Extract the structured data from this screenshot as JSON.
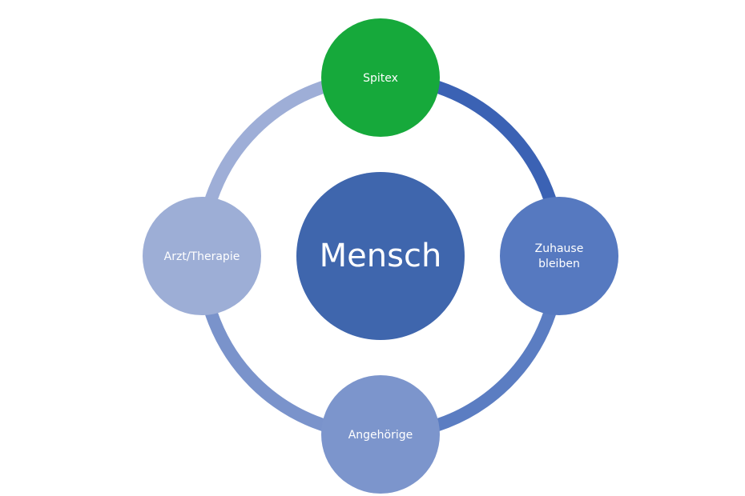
{
  "center": {
    "label": "Mensch",
    "color": "#3f66ad"
  },
  "nodes": {
    "top": {
      "label": "Spitex",
      "color": "#16a93b"
    },
    "right": {
      "label_line1": "Zuhause",
      "label_line2": "bleiben",
      "color": "#5679c0"
    },
    "bottom": {
      "label": "Angehörige",
      "color": "#7c95cc"
    },
    "left": {
      "label": "Arzt/Therapie",
      "color": "#9daed6"
    }
  },
  "ring_colors": {
    "top_right": "#3b62b4",
    "right_bottom": "#5b7dc2",
    "bottom_left": "#7a93cb",
    "left_top": "#9eaed7"
  }
}
